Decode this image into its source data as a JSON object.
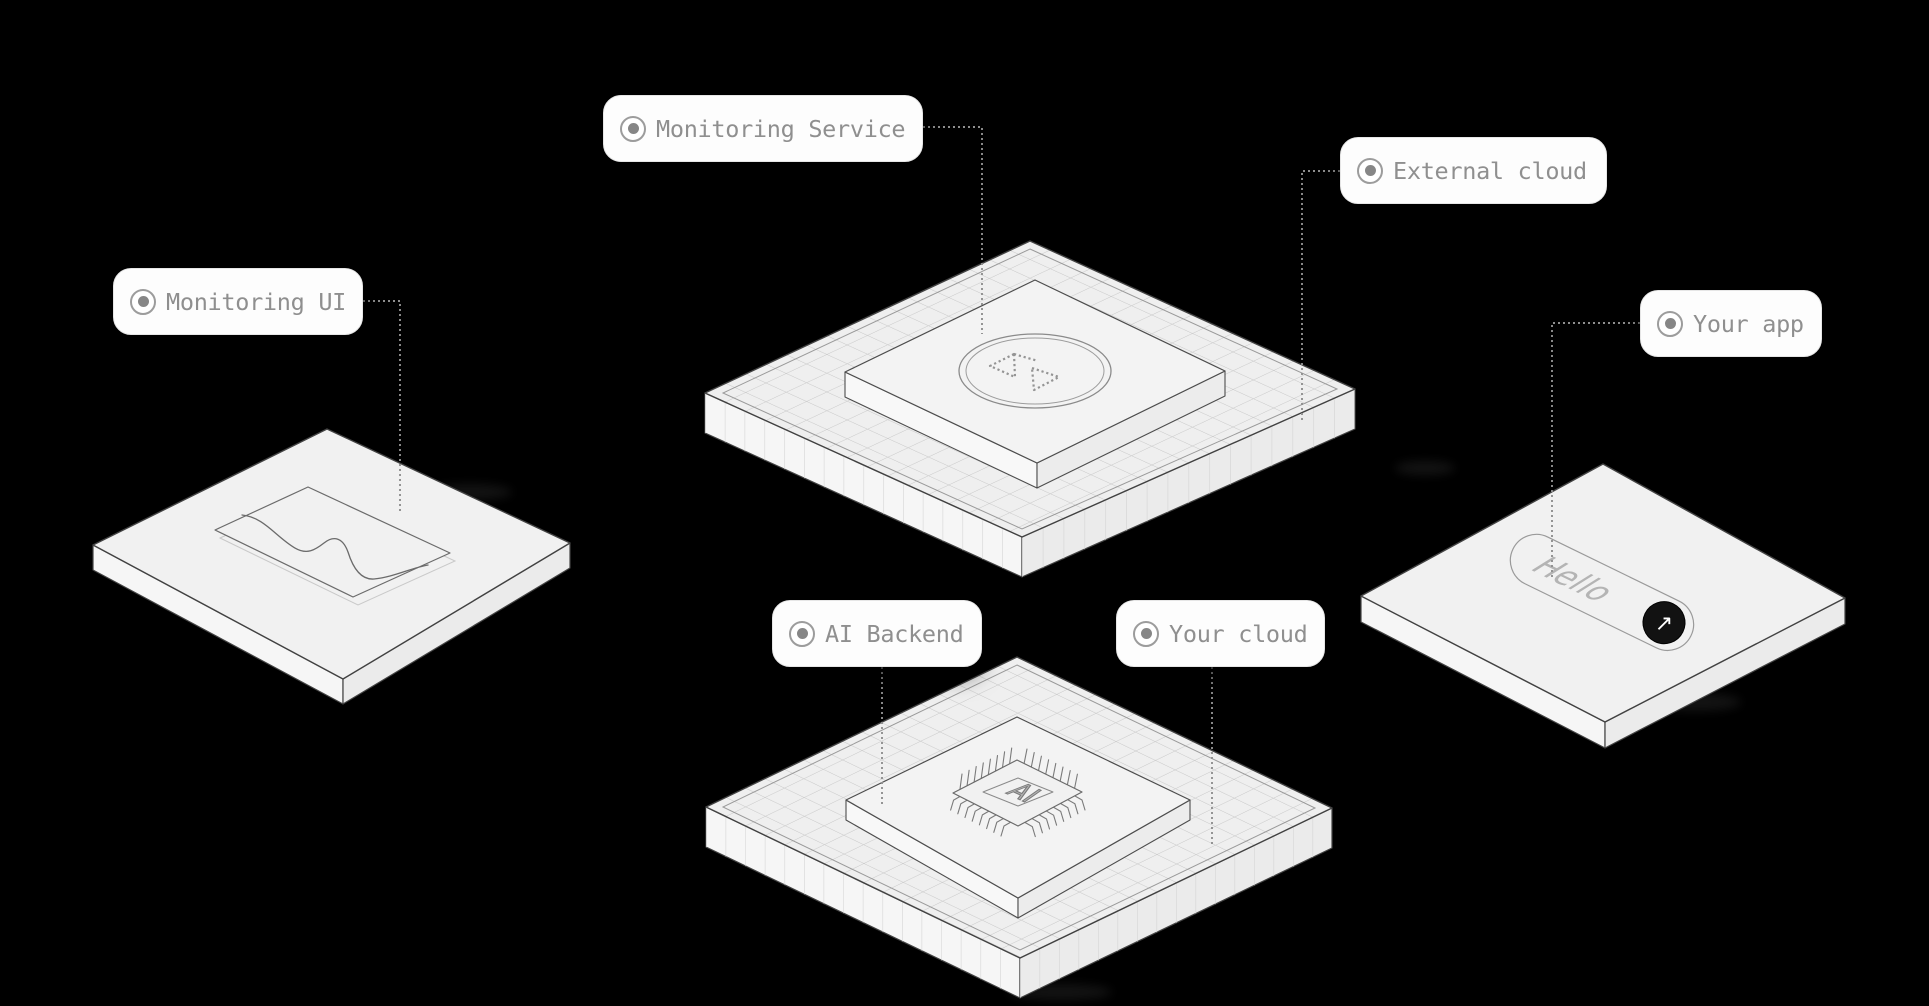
{
  "diagram": {
    "background": "#000000",
    "labels": [
      {
        "id": "monitoring-ui",
        "text": "Monitoring UI"
      },
      {
        "id": "monitoring-service",
        "text": "Monitoring Service"
      },
      {
        "id": "external-cloud",
        "text": "External cloud"
      },
      {
        "id": "your-app",
        "text": "Your app"
      },
      {
        "id": "ai-backend",
        "text": "AI Backend"
      },
      {
        "id": "your-cloud",
        "text": "Your cloud"
      }
    ],
    "platform_annotations": {
      "chip_text": "AI",
      "app_greeting": "Hello",
      "app_button_glyph": "↗"
    },
    "icons": {
      "label_bullet": "radio-icon",
      "monitoring_service_surface": "code-brackets-icon",
      "monitoring_ui_surface": "wave-chart-icon",
      "ai_backend_surface": "ai-chip-icon",
      "your_app_button": "arrow-up-right-icon"
    },
    "colors": {
      "platform_top": "#efefef",
      "platform_side_left": "#f6f6f6",
      "platform_side_right": "#ebebeb",
      "grid_line": "#c7c7c7",
      "outline": "#424242",
      "inset_line": "#9a9a9a",
      "label_background": "#fdfdfd",
      "label_border": "#e6e6e6",
      "label_text": "#8f8f8f",
      "connector": "#8f8f8f",
      "button_fill": "#121212"
    }
  }
}
